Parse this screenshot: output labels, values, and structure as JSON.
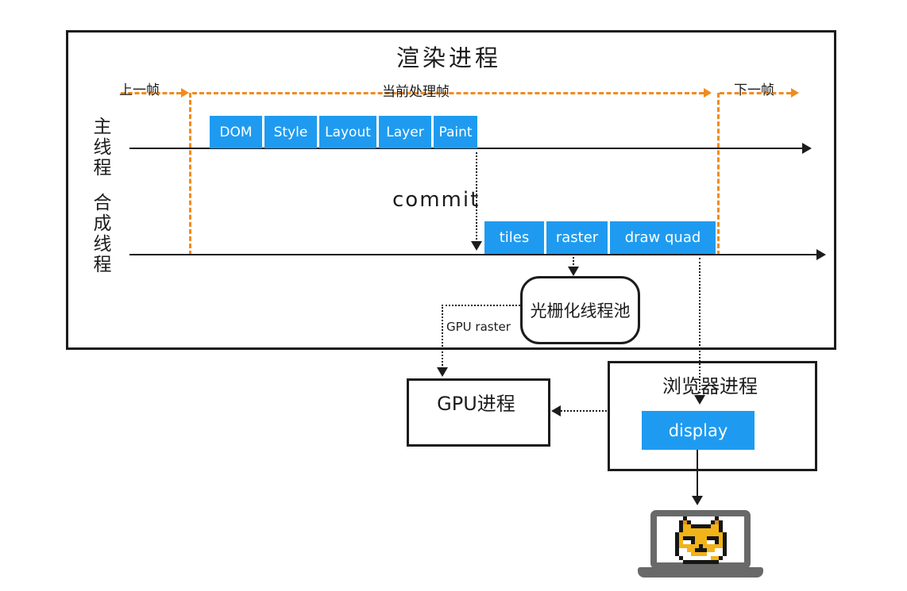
{
  "colors": {
    "accent_blue": "#1e9bf0",
    "accent_orange": "#f08c1e",
    "ink": "#1c1c1c",
    "laptop_gray": "#696969",
    "shiba_yellow": "#f2b318"
  },
  "render_process": {
    "title": "渲染进程",
    "frame_markers": {
      "prev": "上一帧",
      "current": "当前处理帧",
      "next": "下一帧"
    },
    "threads": {
      "main": "主线程",
      "compositor": "合成线程"
    },
    "main_stages": [
      "DOM",
      "Style",
      "Layout",
      "Layer",
      "Paint"
    ],
    "commit_label": "commit",
    "compositor_stages": [
      "tiles",
      "raster",
      "draw quad"
    ],
    "raster_pool_label": "光栅化线程池",
    "gpu_raster_label": "GPU raster"
  },
  "gpu_process": {
    "title": "GPU进程"
  },
  "browser_process": {
    "title": "浏览器进程",
    "display_label": "display"
  },
  "device": {
    "icon": "laptop-with-shiba-face"
  }
}
